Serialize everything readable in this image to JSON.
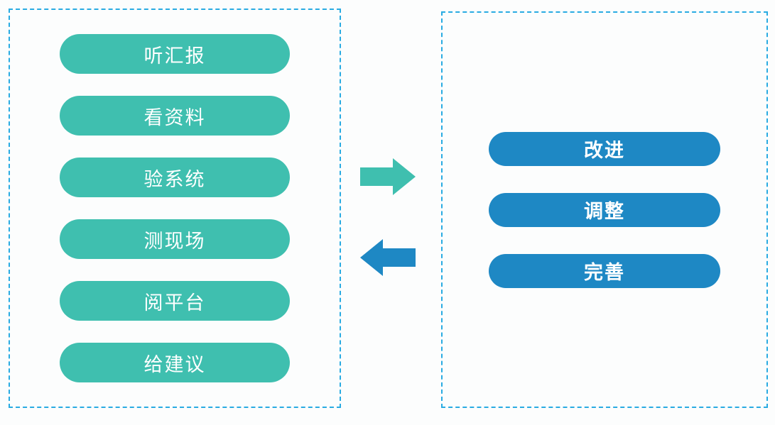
{
  "diagram": {
    "left_panel": {
      "items": [
        {
          "label": "听汇报"
        },
        {
          "label": "看资料"
        },
        {
          "label": "验系统"
        },
        {
          "label": "测现场"
        },
        {
          "label": "阅平台"
        },
        {
          "label": "给建议"
        }
      ]
    },
    "right_panel": {
      "items": [
        {
          "label": "改进"
        },
        {
          "label": "调整"
        },
        {
          "label": "完善"
        }
      ]
    },
    "arrows": [
      {
        "direction": "right",
        "color": "#3FBFAF"
      },
      {
        "direction": "left",
        "color": "#1E88C4"
      }
    ]
  },
  "colors": {
    "teal_pill": "#3FBFAF",
    "blue_pill": "#1E88C4",
    "dashed_border": "#29ABE2",
    "text": "#FFFFFF",
    "background": "#FCFDFD"
  }
}
